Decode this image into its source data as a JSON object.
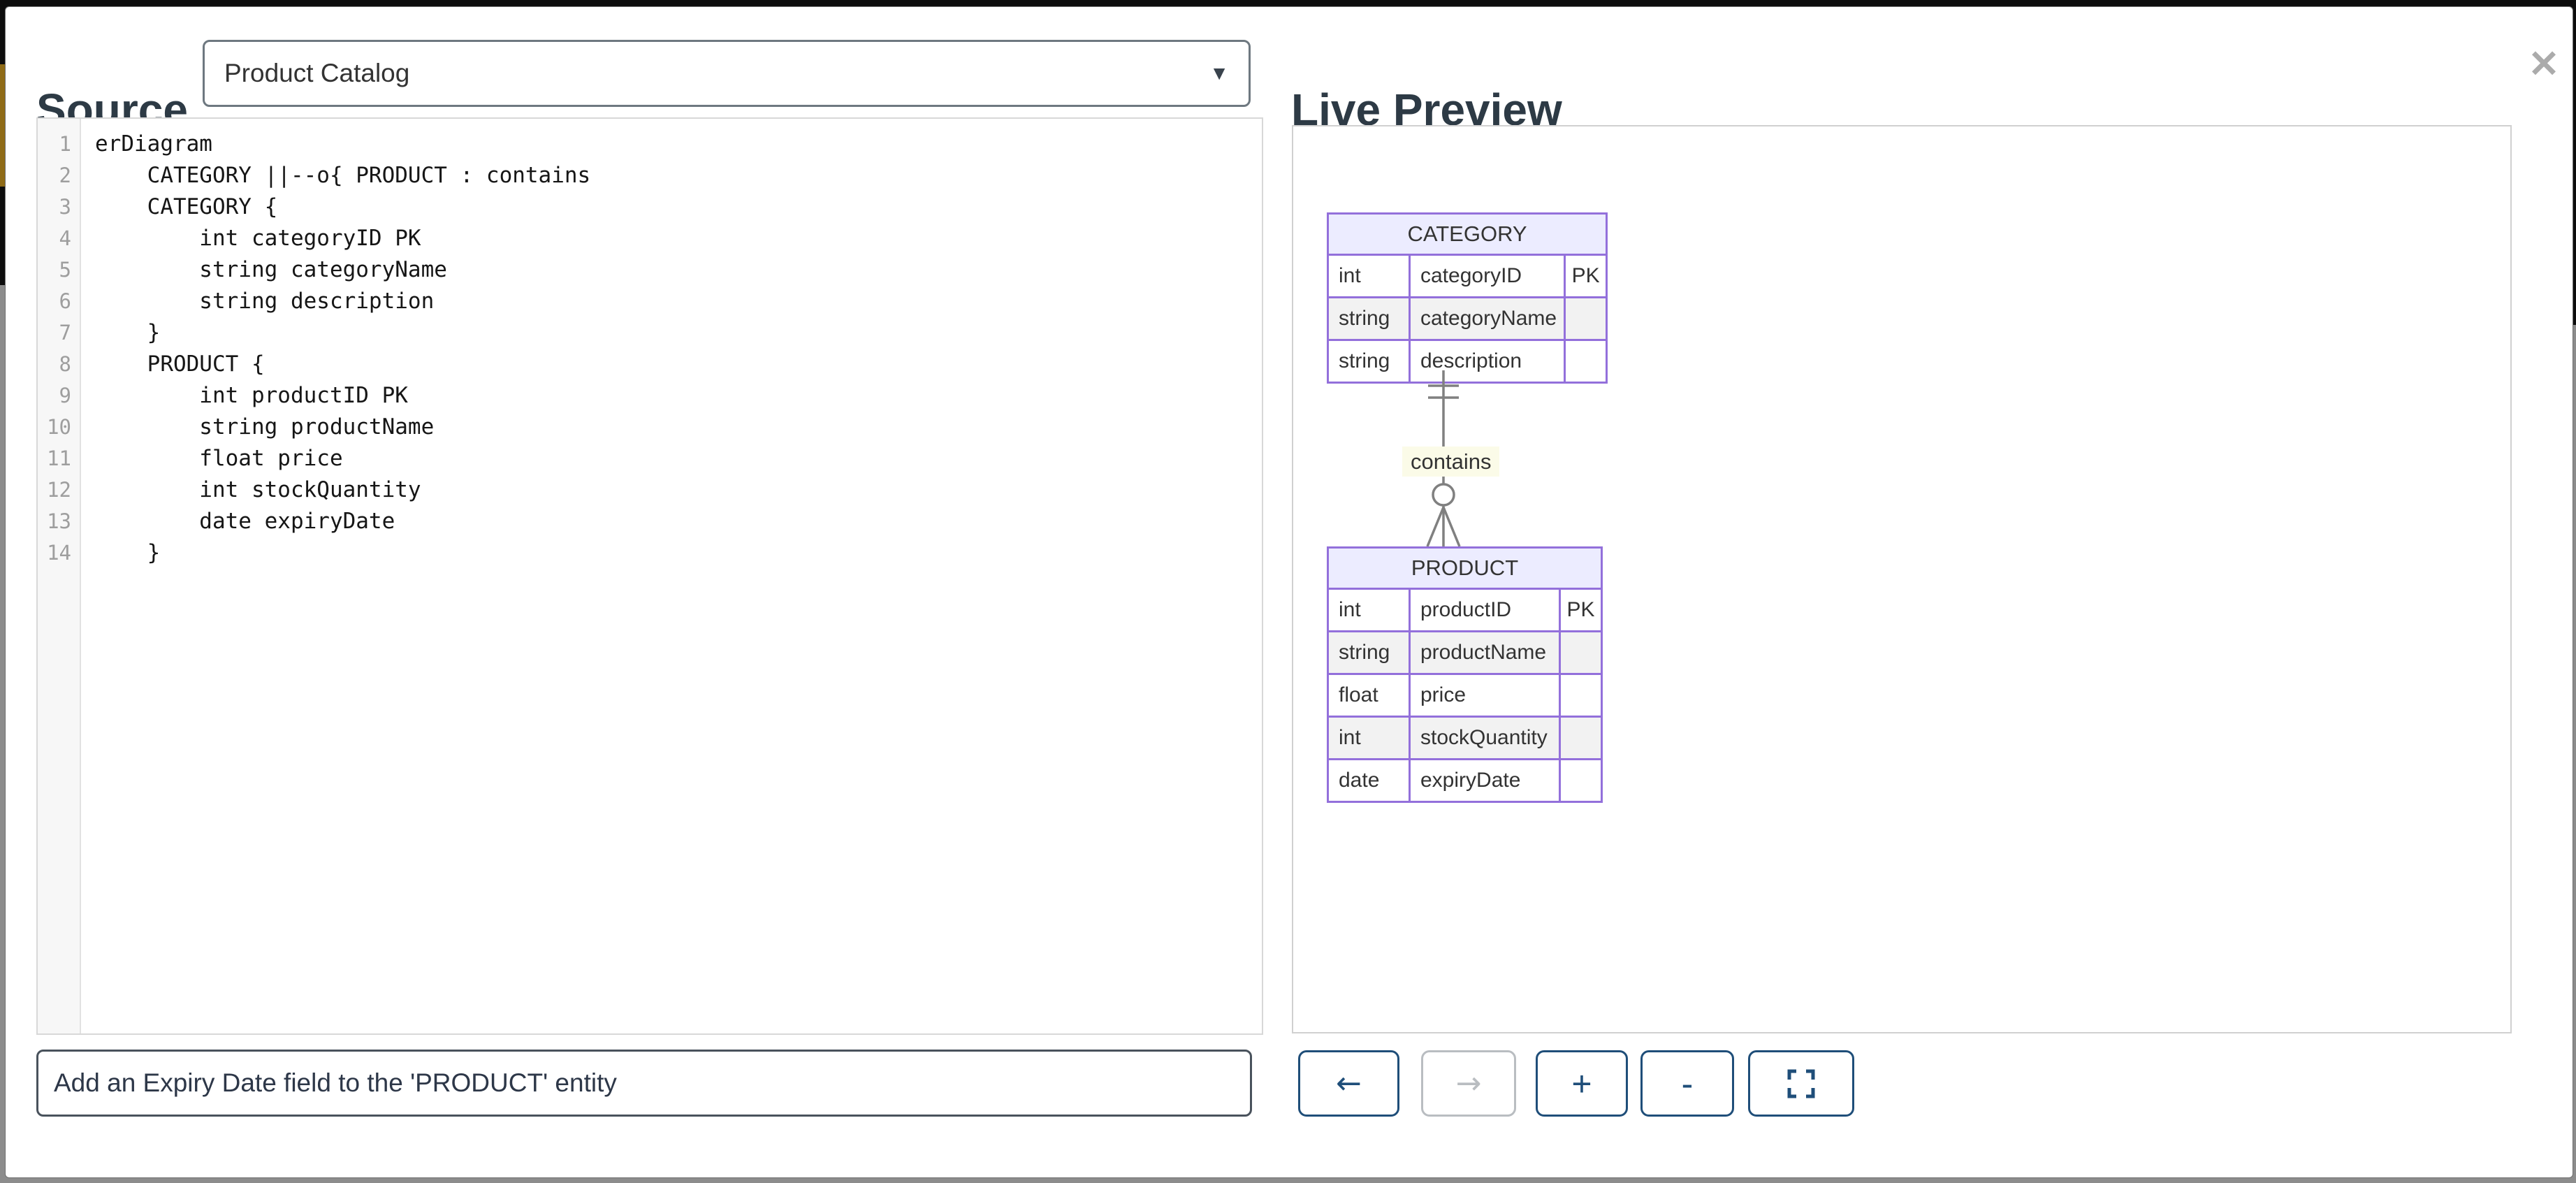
{
  "source_panel": {
    "title": "Source",
    "dropdown": {
      "selected_option": "Product Catalog",
      "caret_icon": "▼"
    },
    "editor": {
      "lines": [
        "erDiagram",
        "    CATEGORY ||--o{ PRODUCT : contains",
        "    CATEGORY {",
        "        int categoryID PK",
        "        string categoryName",
        "        string description",
        "    }",
        "    PRODUCT {",
        "        int productID PK",
        "        string productName",
        "        float price",
        "        int stockQuantity",
        "        date expiryDate",
        "    }"
      ]
    },
    "prompt_input": {
      "value": "Add an Expiry Date field to the 'PRODUCT' entity"
    }
  },
  "preview_panel": {
    "title": "Live Preview",
    "close_icon": "✕",
    "diagram": {
      "entities": [
        {
          "name": "CATEGORY",
          "attributes": [
            {
              "type": "int",
              "name": "categoryID",
              "key": "PK"
            },
            {
              "type": "string",
              "name": "categoryName",
              "key": ""
            },
            {
              "type": "string",
              "name": "description",
              "key": ""
            }
          ]
        },
        {
          "name": "PRODUCT",
          "attributes": [
            {
              "type": "int",
              "name": "productID",
              "key": "PK"
            },
            {
              "type": "string",
              "name": "productName",
              "key": ""
            },
            {
              "type": "float",
              "name": "price",
              "key": ""
            },
            {
              "type": "int",
              "name": "stockQuantity",
              "key": ""
            },
            {
              "type": "date",
              "name": "expiryDate",
              "key": ""
            }
          ]
        }
      ],
      "relationship": {
        "label": "contains",
        "from": "CATEGORY",
        "to": "PRODUCT",
        "cardinality": "one-to-zero-or-many"
      }
    },
    "toolbar": {
      "back_label": "←",
      "forward_label": "→",
      "zoom_in_label": "+",
      "zoom_out_label": "-"
    }
  },
  "colors": {
    "accent_navy": "#1f4e79",
    "entity_border": "#9370DB",
    "entity_header_fill": "#ECECFF",
    "entity_row_alt_fill": "#f2f2f2",
    "relationship_line": "#808080",
    "relationship_label_fill": "#fbfbe8"
  }
}
